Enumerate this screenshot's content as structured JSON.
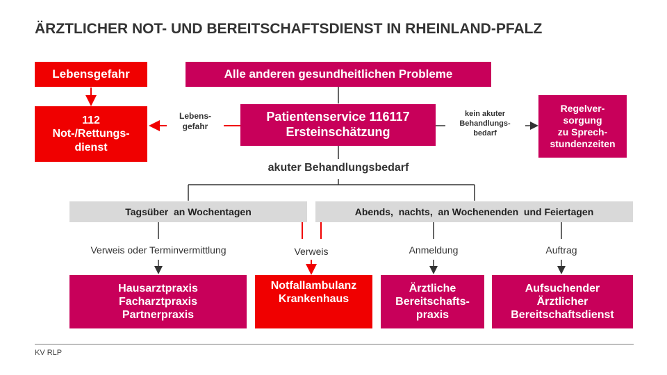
{
  "title": "ÄRZTLICHER NOT- UND BEREITSCHAFTSDIENST IN RHEINLAND-PFALZ",
  "nodes": {
    "lebensgefahr_top": "Lebensgefahr",
    "alle_anderen": "Alle anderen gesundheitlichen Probleme",
    "notdienst": "112\nNot-/Rettungs-\ndienst",
    "patientenservice": "Patientenservice 116117\nErsteinschätzung",
    "regelversorgung": "Regelver-\nsorgung\nzu Sprech-\nstundenzeiten",
    "hausarzt": "Hausarztpraxis\nFacharztpraxis\nPartnerpraxis",
    "notfallambulanz": "Notfallambulanz\nKrankenhaus",
    "bereitschaftspraxis": "Ärztliche\nBereitschafts-\npraxis",
    "aufsuchender": "Aufsuchender\nÄrztlicher\nBereitschaftsdienst"
  },
  "labels": {
    "lebensgefahr_side": "Lebens-\ngefahr",
    "kein_akuter": "kein akuter\nBehandlungs-\nbedarf",
    "akuter": "akuter Behandlungsbedarf",
    "verweis_termin": "Verweis oder Terminvermittlung",
    "verweis": "Verweis",
    "anmeldung": "Anmeldung",
    "auftrag": "Auftrag"
  },
  "bars": {
    "tagsueber": "Tagsüber  an Wochentagen",
    "abends": "Abends,  nachts,  an Wochenenden  und Feiertagen"
  },
  "footer": "KV RLP",
  "colors": {
    "red": "#f00000",
    "magenta": "#c8005a",
    "gray": "#d9d9d9",
    "line": "#333333"
  }
}
